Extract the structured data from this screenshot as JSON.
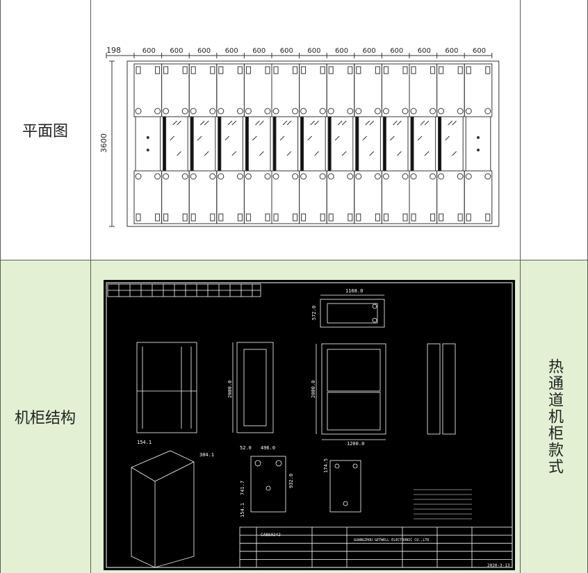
{
  "rows": [
    {
      "label": "平面图",
      "right_label": "",
      "plan": {
        "left_margin_dim": "198",
        "module_dims": [
          "600",
          "600",
          "600",
          "600",
          "600",
          "600",
          "600",
          "600",
          "600",
          "600",
          "600",
          "600",
          "600"
        ],
        "height_dim": "3600"
      }
    },
    {
      "label": "机柜结构",
      "right_label": "热通道机柜款式",
      "cad": {
        "dim_top_width": "1168.0",
        "dim_top_depth": "572.0",
        "dim_front_height": "2000.0",
        "dim_side_height": "2000.0",
        "dim_side_width": "1200.0",
        "dim_base_a": "52.0",
        "dim_base_b": "496.0",
        "dim_side_w1": "154.1",
        "dim_side_w2": "304.1",
        "dim_base_h": "741.7",
        "dim_base_inner": "932.0",
        "dim_small": "174.5",
        "dim_foot": "154.1",
        "title_block_company": "GUANGZHOU GETWELL ELECTRONIC CO.,LTD",
        "title_block_part": "CAB60242",
        "date": "2020-3-13"
      }
    }
  ],
  "colors": {
    "grid_line": "#5a5a5a",
    "green_cell": "#e3f0d3",
    "cad_background": "#000000",
    "cad_line": "#ffffff"
  }
}
